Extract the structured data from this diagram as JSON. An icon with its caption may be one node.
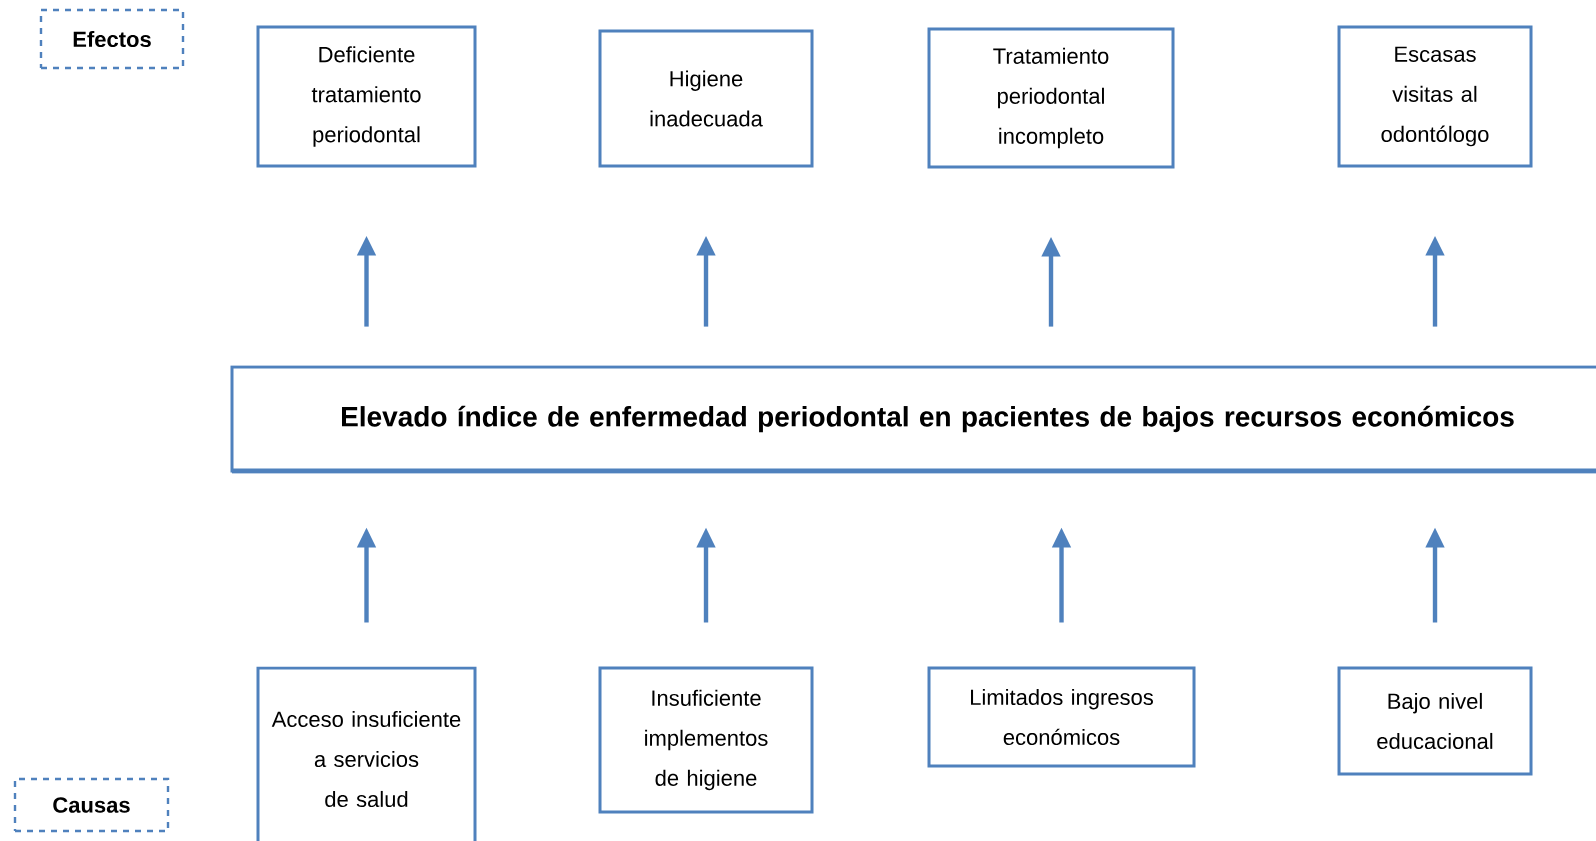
{
  "diagram": {
    "nodes": [
      {
        "text": [
          "Efectos"
        ]
      },
      {
        "text": [
          "Deficiente tratamiento periodontal"
        ]
      },
      {
        "text": [
          "Higiene inadecuada"
        ]
      },
      {
        "text": [
          "Tratamiento periodontal incompleto"
        ]
      },
      {
        "text": [
          "Escasas visitas al odontólogo"
        ]
      },
      {
        "text": [
          "Elevado índice de enfermedad periodontal en pacientes de bajos recursos económicos"
        ]
      },
      {
        "text": [
          "Acceso insuficiente a servicios de salud"
        ]
      },
      {
        "text": [
          "Insuficiente implementos de higiene"
        ]
      },
      {
        "text": [
          "Limitados ingresos económicos"
        ]
      },
      {
        "text": [
          "Bajo nivel educacional"
        ]
      },
      {
        "text": [
          "Causas"
        ]
      }
    ],
    "edges": [
      {
        "from": 5,
        "to": 1,
        "arrow": "to"
      },
      {
        "from": 5,
        "to": 2,
        "arrow": "to"
      },
      {
        "from": 5,
        "to": 3,
        "arrow": "to"
      },
      {
        "from": 5,
        "to": 4,
        "arrow": "to"
      },
      {
        "from": 6,
        "to": 5,
        "arrow": "to"
      },
      {
        "from": 7,
        "to": 5,
        "arrow": "to"
      },
      {
        "from": 8,
        "to": 5,
        "arrow": "to"
      },
      {
        "from": 9,
        "to": 5,
        "arrow": "to"
      }
    ]
  }
}
